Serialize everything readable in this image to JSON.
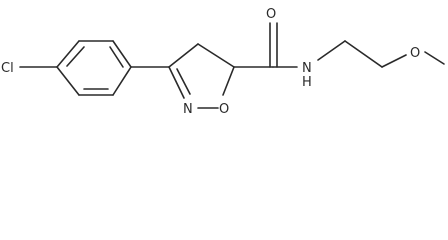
{
  "structure": {
    "atoms": {
      "chlorine": "Cl",
      "ring_nitrogen": "N",
      "ring_oxygen": "O",
      "carbonyl_oxygen": "O",
      "amide_nitrogen": "N",
      "amide_hydrogen": "H",
      "ether_oxygen": "O"
    }
  }
}
